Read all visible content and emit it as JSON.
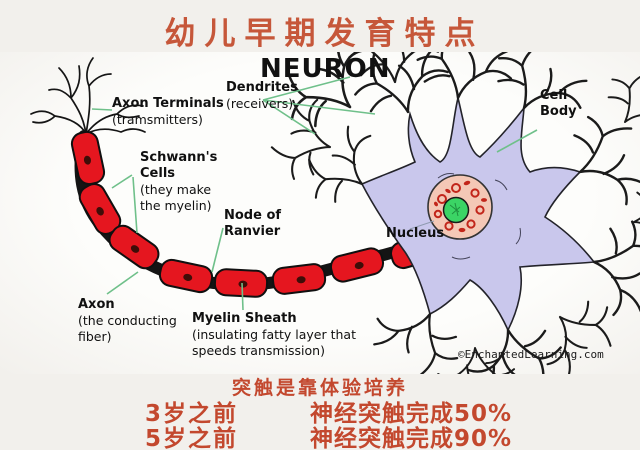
{
  "page": {
    "title": "幼儿早期发育特点"
  },
  "diagram": {
    "heading": "NEURON",
    "credit": "©EnchantedLearning.com",
    "labels": {
      "axon_terminals": {
        "name": "Axon Terminals",
        "desc": "(tramsmitters)"
      },
      "dendrites": {
        "name": "Dendrites",
        "desc": "(receivers)"
      },
      "cell_body": {
        "line1": "Cell",
        "line2": "Body"
      },
      "schwanns_cells": {
        "name1": "Schwann's",
        "name2": "Cells",
        "desc1": "(they make",
        "desc2": "the myelin)"
      },
      "node_of_ranvier": {
        "line1": "Node of",
        "line2": "Ranvier"
      },
      "nucleus": {
        "name": "Nucleus"
      },
      "axon": {
        "name": "Axon",
        "desc1": "(the conducting",
        "desc2": "fiber)"
      },
      "myelin_sheath": {
        "name": "Myelin Sheath",
        "desc1": "(insulating fatty layer that",
        "desc2": "speeds transmission)"
      }
    },
    "colors": {
      "myelin_red": "#e5161f",
      "cell_body_lavender": "#c9c7ec",
      "nucleus_pink": "#f4c8b6",
      "nucleolus_green": "#3bd465",
      "pointer_green": "#6fc08a",
      "accent_red": "#c6573a"
    }
  },
  "footer": {
    "headline": "突触是靠体验培养",
    "rows": [
      {
        "age": "3岁之前",
        "result": "神经突触完成50%"
      },
      {
        "age": "5岁之前",
        "result": "神经突触完成90%"
      }
    ]
  }
}
